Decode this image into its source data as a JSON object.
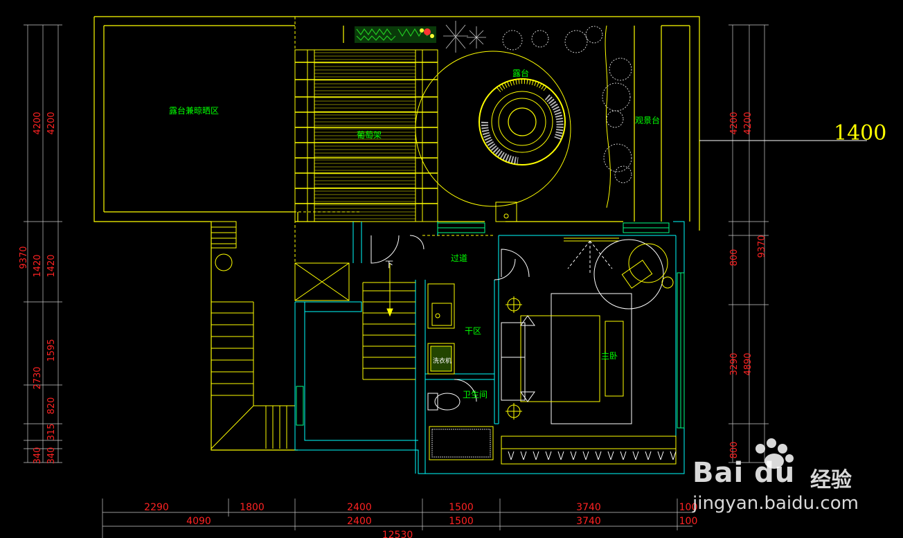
{
  "rooms": {
    "terrace_drying": "露台兼晾晒区",
    "pergola": "葡萄架",
    "terrace": "露台",
    "viewing": "观景台",
    "corridor": "过道",
    "down": "下",
    "dry_zone": "干区",
    "bathroom": "卫生间",
    "master_bedroom": "主卧",
    "washer": "洗衣机"
  },
  "callout": "1400",
  "dims": {
    "left_outer": "9370",
    "left_a": [
      "4200",
      "1420",
      "2730"
    ],
    "left_b": [
      "4200",
      "1420",
      "1595",
      "820",
      "315",
      "340",
      "340"
    ],
    "right_a": [
      "4200",
      "800",
      "3290",
      "800"
    ],
    "right_b": [
      "4200",
      "9370",
      "4890"
    ],
    "bottom_row1": [
      "2290",
      "1800",
      "2400",
      "1500",
      "3740",
      "100"
    ],
    "bottom_row2": [
      "4090",
      "2400",
      "1500",
      "3740",
      "100"
    ],
    "bottom_total": "12530"
  },
  "watermark": {
    "logo": "Bai du",
    "cn": "经验",
    "url": "jingyan.baidu.com"
  },
  "colors": {
    "background": "#000000",
    "wall": "#ffff00",
    "cyan": "#00ffff",
    "green_text": "#00ff00",
    "dim_text": "#ff0000",
    "furniture": "#ffffff"
  }
}
